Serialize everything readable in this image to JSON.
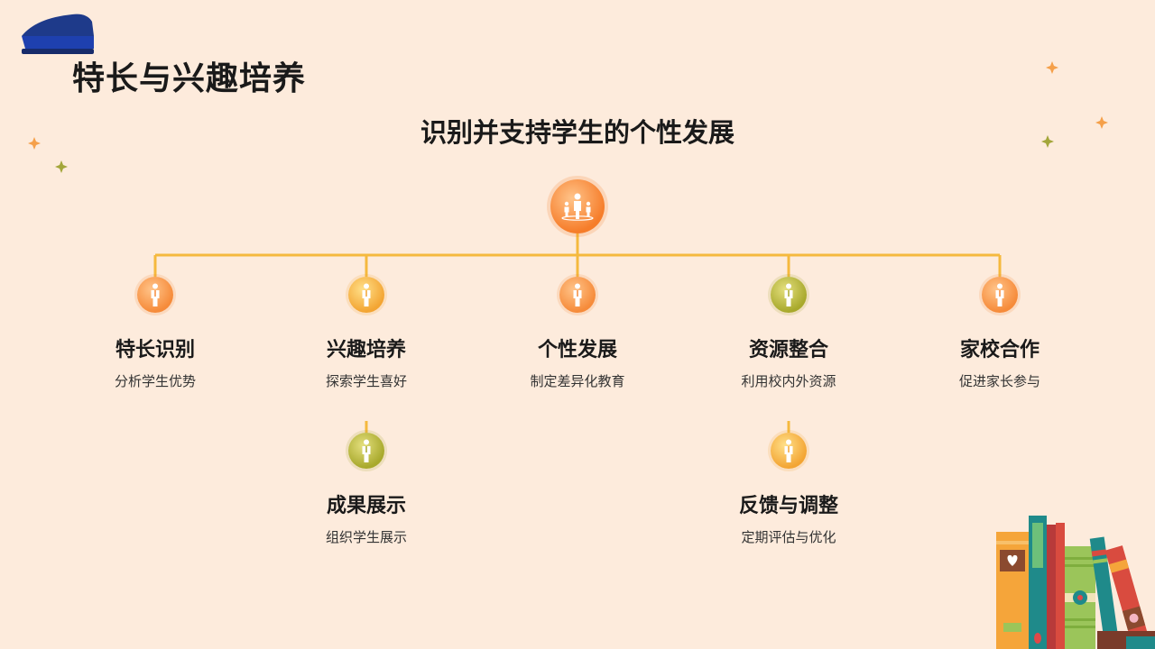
{
  "title": "特长与兴趣培养",
  "subtitle": "识别并支持学生的个性发展",
  "root": {
    "icon": "group-icon"
  },
  "nodes": [
    {
      "label": "特长识别",
      "desc": "分析学生优势",
      "icon": "person-icon",
      "color": "#f68b3a"
    },
    {
      "label": "兴趣培养",
      "desc": "探索学生喜好",
      "icon": "person-icon",
      "color": "#f3a533"
    },
    {
      "label": "个性发展",
      "desc": "制定差异化教育",
      "icon": "person-icon",
      "color": "#f68b3a"
    },
    {
      "label": "资源整合",
      "desc": "利用校内外资源",
      "icon": "person-icon",
      "color": "#a8a92c"
    },
    {
      "label": "家校合作",
      "desc": "促进家长参与",
      "icon": "person-icon",
      "color": "#f68b3a"
    }
  ],
  "sub_nodes": [
    {
      "label": "成果展示",
      "desc": "组织学生展示",
      "icon": "person-icon",
      "color": "#a8a92c"
    },
    {
      "label": "反馈与调整",
      "desc": "定期评估与优化",
      "icon": "person-icon",
      "color": "#f3a533"
    }
  ],
  "colors": {
    "background": "#fdebdc",
    "connector": "#f5b93e",
    "accent": "#f68b3a"
  }
}
